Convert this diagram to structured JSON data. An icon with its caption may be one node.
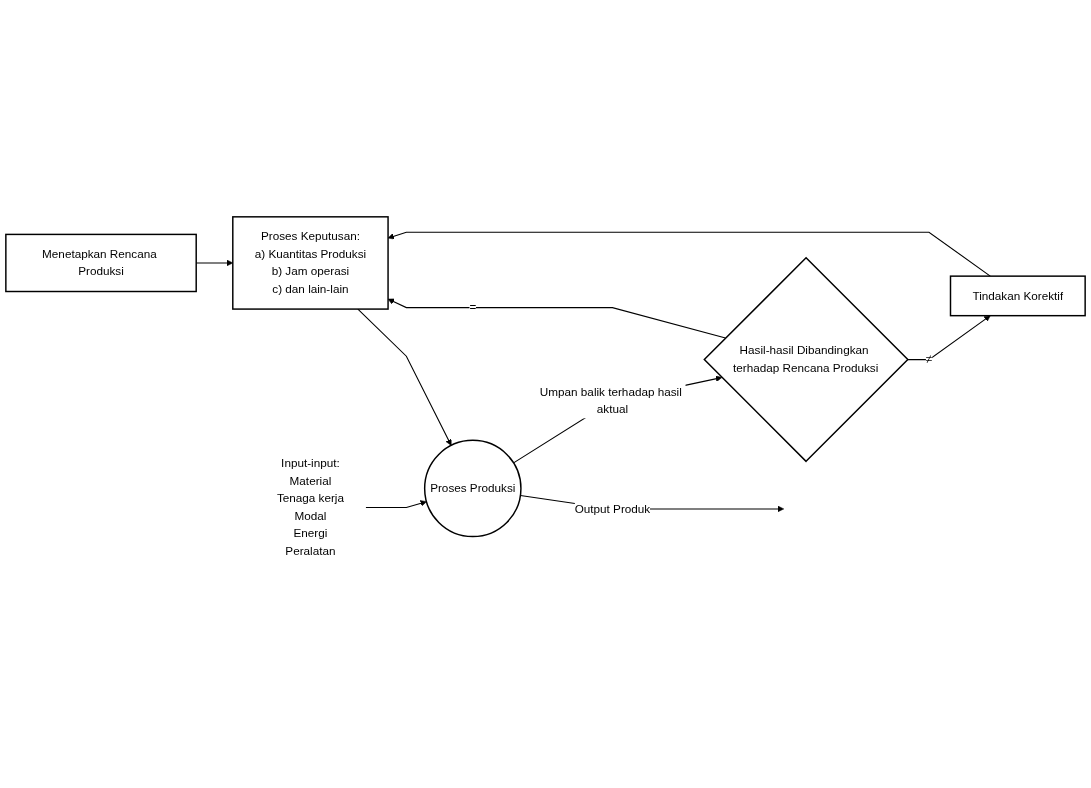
{
  "diagram": {
    "nodes": [
      {
        "text": [
          "Menetapkan Rencana Produksi"
        ]
      },
      {
        "text": [
          "Proses Keputusan:",
          "a) Kuantitas Produksi",
          "b) Jam operasi",
          "c) dan lain-lain"
        ]
      },
      {
        "text": [
          "Input-input:",
          "Material",
          "Tenaga kerja",
          "Modal",
          "Energi",
          "Peralatan"
        ]
      },
      {
        "text": [
          "Proses Produksi"
        ]
      },
      {
        "text": [
          "Tindakan Korektif"
        ]
      },
      {
        "text": [
          "Hasil-hasil Dibandingkan terhadap Rencana Produksi"
        ]
      }
    ],
    "edges": [
      {
        "from": 0,
        "to": 1,
        "arrow": "to"
      },
      {
        "from": 2,
        "to": 3,
        "arrow": "to"
      },
      {
        "from": 1,
        "to": 3,
        "arrow": "to"
      },
      {
        "from": 3,
        "to": null,
        "arrow": "to",
        "label": "Output Produk"
      },
      {
        "from": 3,
        "to": 5,
        "arrow": "to",
        "label": "Umpan balik terhadap hasil aktual"
      },
      {
        "from": 5,
        "to": 1,
        "arrow": "to",
        "label": "="
      },
      {
        "from": 5,
        "to": 4,
        "arrow": "to",
        "label": "≠"
      },
      {
        "from": 4,
        "to": 1,
        "arrow": "to"
      }
    ]
  }
}
